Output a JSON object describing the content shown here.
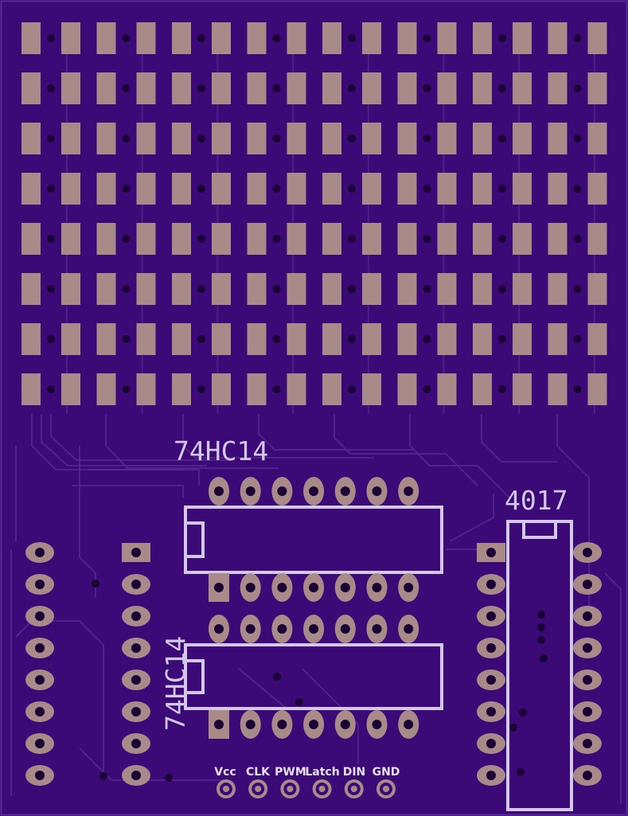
{
  "board": {
    "colors": {
      "substrate": "#3c0a77",
      "trace": "#5a2a94",
      "pad": "#a88b89",
      "silkscreen": "#d3c9e6",
      "drill": "#1a0436"
    }
  },
  "labels": {
    "ic_top": "74HC14",
    "ic_bottom": "74HC14",
    "ic_right": "4017"
  },
  "header": {
    "pins": [
      "Vcc",
      "CLK",
      "PWM",
      "Latch",
      "DIN",
      "GND"
    ]
  },
  "led_matrix": {
    "rows": 8,
    "cols": 8
  }
}
